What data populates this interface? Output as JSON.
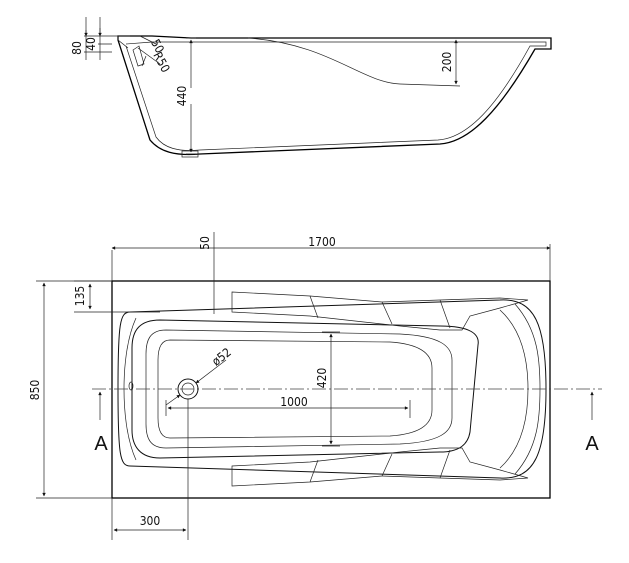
{
  "side_view": {
    "dims": {
      "rim_height": "80",
      "rim_thickness": "40",
      "overflow_a": "50",
      "overflow_b": "R50",
      "depth": "440",
      "backrest": "200"
    }
  },
  "top_view": {
    "dims": {
      "length": "1700",
      "offset_50": "50",
      "offset_135": "135",
      "width": "850",
      "drain_diameter": "ø52",
      "inner_width": "420",
      "inner_length": "1000",
      "drain_offset": "300"
    },
    "section_labels": {
      "left": "A",
      "right": "A"
    }
  }
}
